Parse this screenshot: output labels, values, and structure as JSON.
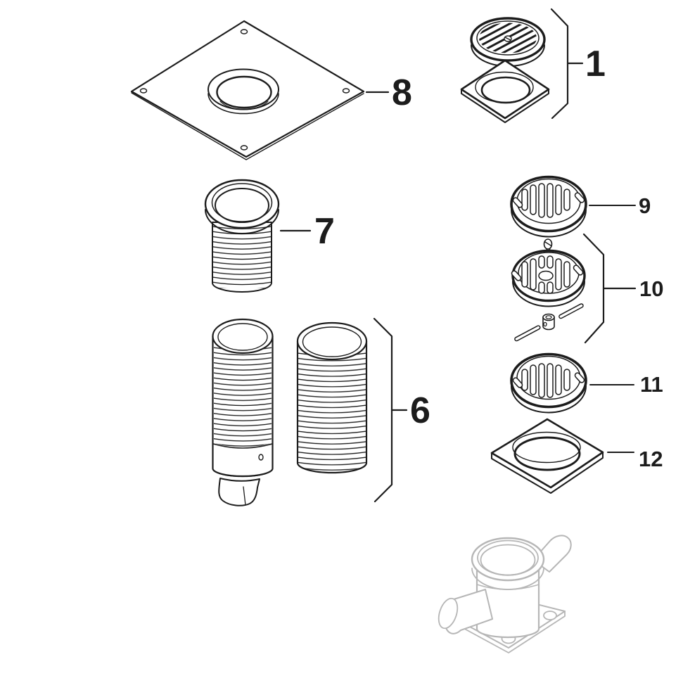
{
  "colors": {
    "line": "#1c1c1c",
    "muted_part": "#b6b6b6",
    "background": "#ffffff"
  },
  "callouts": {
    "c1": {
      "label": "1"
    },
    "c6": {
      "label": "6"
    },
    "c7": {
      "label": "7"
    },
    "c8": {
      "label": "8"
    },
    "c9": {
      "label": "9"
    },
    "c10": {
      "label": "10"
    },
    "c11": {
      "label": "11"
    },
    "c12": {
      "label": "12"
    }
  }
}
